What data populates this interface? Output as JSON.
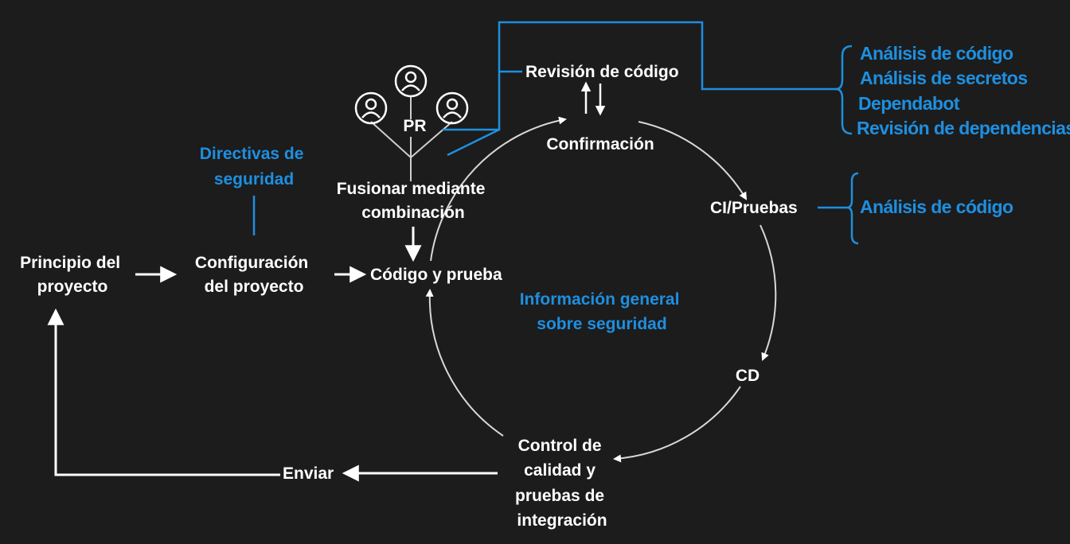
{
  "nodes": {
    "project_start": [
      "Principio del",
      "proyecto"
    ],
    "project_config": [
      "Configuración",
      "del proyecto"
    ],
    "code_test": "Código y prueba",
    "merge": [
      "Fusionar mediante",
      "combinación"
    ],
    "pr": "PR",
    "code_review": "Revisión de código",
    "commit": "Confirmación",
    "ci_tests": "CI/Pruebas",
    "cd": "CD",
    "qa": [
      "Control de",
      "calidad y",
      "pruebas de",
      "integración"
    ],
    "ship": "Enviar"
  },
  "annotations": {
    "security_policies": [
      "Directivas de",
      "seguridad"
    ],
    "security_overview": [
      "Información general",
      "sobre seguridad"
    ],
    "review_tools": [
      "Análisis de código",
      "Análisis de secretos",
      "Dependabot",
      "Revisión de dependencias"
    ],
    "ci_tools": [
      "Análisis de código"
    ]
  },
  "colors": {
    "background": "#1c1c1c",
    "text": "#ffffff",
    "accent": "#1e8fe0"
  },
  "icons": [
    "user-circle-icon",
    "user-circle-icon",
    "user-circle-icon"
  ]
}
